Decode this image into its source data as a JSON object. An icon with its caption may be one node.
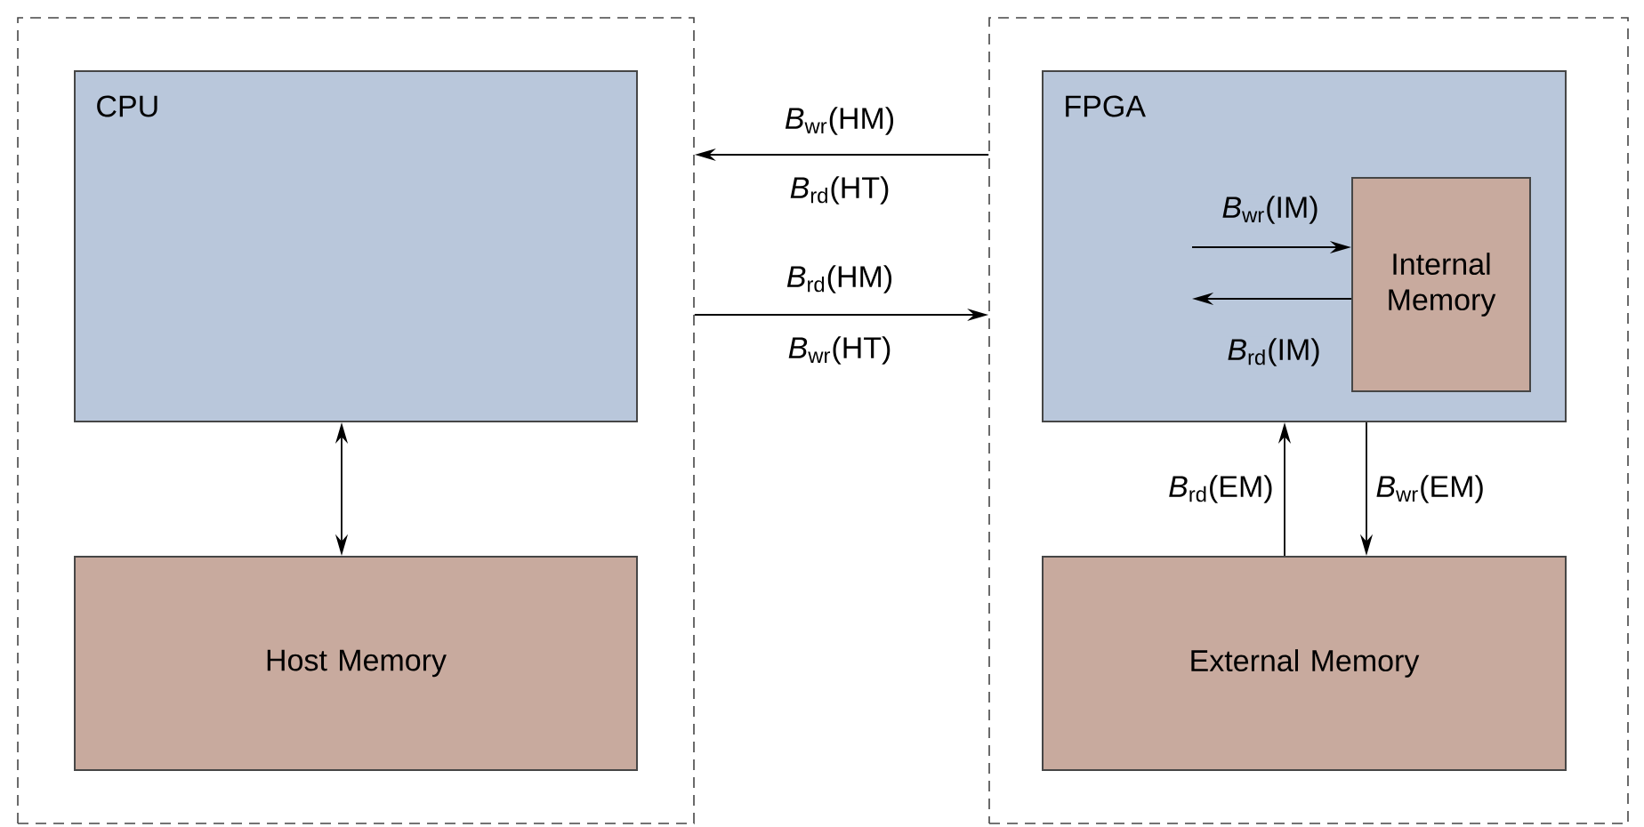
{
  "diagram": {
    "nodes": [
      {
        "text": [],
        "shape": "box"
      },
      {
        "text": [
          "CPU"
        ],
        "in": 0
      },
      {
        "text": [
          "Host Memory"
        ],
        "in": 0
      },
      {
        "text": [],
        "shape": "box"
      },
      {
        "text": [
          "FPGA"
        ],
        "in": 3
      },
      {
        "text": [
          "Internal Memory"
        ],
        "in": 4
      },
      {
        "text": [
          "External Memory"
        ],
        "in": 3
      }
    ],
    "edges": [
      {
        "from": 1,
        "to": 2,
        "arrow": "both"
      },
      {
        "from": 3,
        "to": 0,
        "arrow": "to",
        "label": "*B*$_{wr}$(HM)"
      },
      {
        "from": 0,
        "to": 3,
        "arrow": "to",
        "label": "*B*$_{rd}$(HM)"
      },
      {
        "from": null,
        "to": 5,
        "arrow": "to",
        "label": "*B*$_{wr}$(IM)"
      },
      {
        "from": 5,
        "to": null,
        "arrow": "to",
        "label": "*B*$_{rd}$(IM)"
      },
      {
        "from": 6,
        "to": 4,
        "arrow": "to",
        "label": "*B*$_{rd}$(EM)"
      },
      {
        "from": 4,
        "to": 6,
        "arrow": "to",
        "label": "*B*$_{wr}$(EM)"
      }
    ],
    "labels": [
      "*B*$_{rd}$(HT)",
      "*B*$_{wr}$(HT)"
    ]
  }
}
